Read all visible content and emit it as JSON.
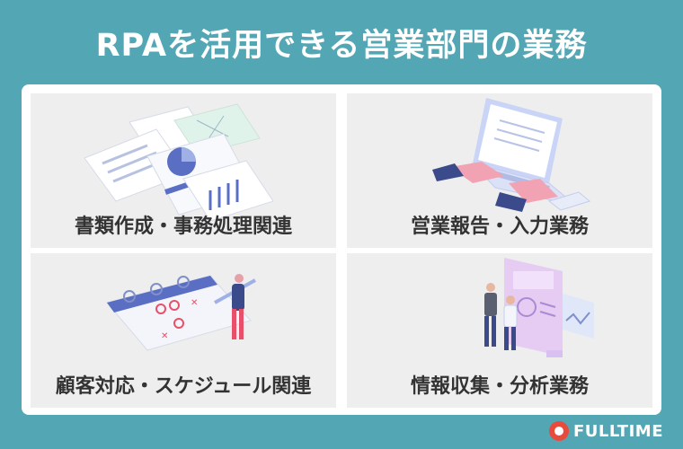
{
  "title": "RPAを活用できる営業部門の業務",
  "cards": [
    {
      "label": "書類作成・事務処理関連",
      "illustration": "documents-chart-icon"
    },
    {
      "label": "営業報告・入力業務",
      "illustration": "laptop-typing-icon"
    },
    {
      "label": "顧客対応・スケジュール関連",
      "illustration": "calendar-schedule-icon"
    },
    {
      "label": "情報収集・分析業務",
      "illustration": "data-analysis-screen-icon"
    }
  ],
  "logo": {
    "text": "FULLTIME"
  },
  "colors": {
    "background": "#53a7b4",
    "panel": "#ffffff",
    "card": "#eeeeee",
    "accent_blue": "#5a6fc4",
    "logo_red": "#e84b3c"
  }
}
